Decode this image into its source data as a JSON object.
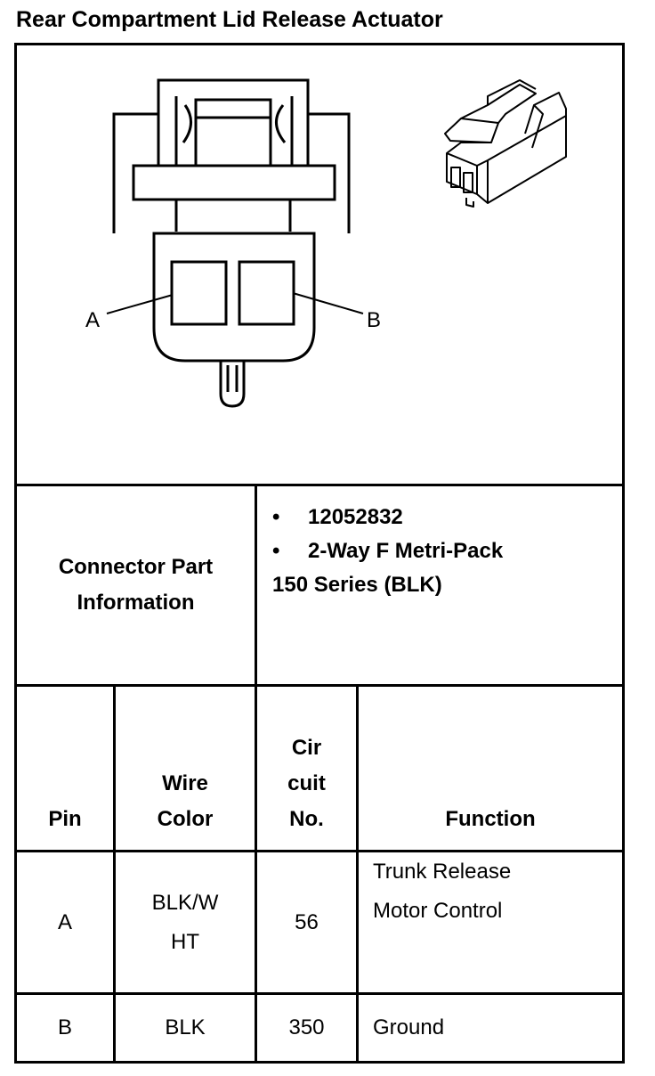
{
  "title": "Rear Compartment Lid Release Actuator",
  "diagram": {
    "pin_labels": [
      "A",
      "B"
    ]
  },
  "connector_info": {
    "label_line1": "Connector Part",
    "label_line2": "Information",
    "part_number": "12052832",
    "description_line1": "2-Way F Metri-Pack",
    "description_line2": "150 Series (BLK)",
    "bullet": "•"
  },
  "table": {
    "headers": {
      "pin": "Pin",
      "wire_color_line1": "Wire",
      "wire_color_line2": "Color",
      "circuit_line1": "Cir",
      "circuit_line2": "cuit",
      "circuit_line3": "No.",
      "function": "Function"
    },
    "rows": [
      {
        "pin": "A",
        "wire_color_line1": "BLK/W",
        "wire_color_line2": "HT",
        "circuit": "56",
        "function_line1": "Trunk Release",
        "function_line2": "Motor Control"
      },
      {
        "pin": "B",
        "wire_color_line1": "BLK",
        "wire_color_line2": "",
        "circuit": "350",
        "function_line1": "Ground",
        "function_line2": ""
      }
    ]
  }
}
